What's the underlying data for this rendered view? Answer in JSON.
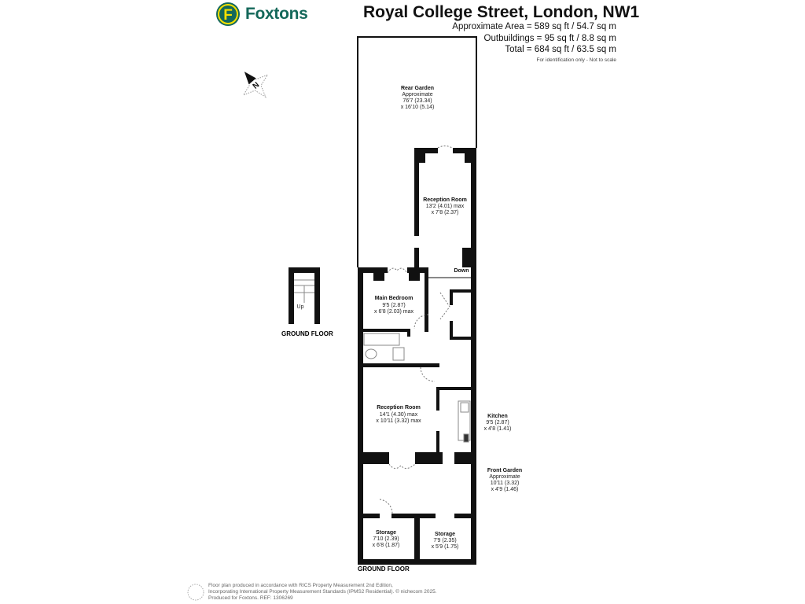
{
  "brand": {
    "name": "Foxtons",
    "logo_letter": "F",
    "color": "#14685a",
    "accent": "#f5e000"
  },
  "header": {
    "title": "Royal College Street, London, NW1",
    "approx_area": "Approximate Area = 589 sq ft / 54.7 sq m",
    "outbuildings": "Outbuildings = 95 sq ft / 8.8 sq m",
    "total": "Total = 684 sq ft / 63.5 sq m",
    "disclaimer": "For identification only - Not to scale"
  },
  "compass": {
    "letter": "N"
  },
  "rooms": {
    "rear_garden": {
      "name": "Rear Garden",
      "l1": "Approximate",
      "l2": "76'7 (23.34)",
      "l3": "x 16'10 (5.14)"
    },
    "reception_upper": {
      "name": "Reception Room",
      "l1": "13'2 (4.01) max",
      "l2": "x 7'8 (2.37)"
    },
    "main_bedroom": {
      "name": "Main Bedroom",
      "l1": "9'5 (2.87)",
      "l2": "x 6'8 (2.03) max"
    },
    "reception_lower": {
      "name": "Reception Room",
      "l1": "14'1 (4.30) max",
      "l2": "x 10'11 (3.32) max"
    },
    "kitchen": {
      "name": "Kitchen",
      "l1": "9'5 (2.87)",
      "l2": "x 4'8 (1.41)"
    },
    "front_garden": {
      "name": "Front Garden",
      "l1": "Approximate",
      "l2": "10'11 (3.32)",
      "l3": "x 4'9 (1.46)"
    },
    "storage_left": {
      "name": "Storage",
      "l1": "7'10 (2.39)",
      "l2": "x 6'8 (1.87)"
    },
    "storage_right": {
      "name": "Storage",
      "l1": "7'9 (2.35)",
      "l2": "x 5'9 (1.75)"
    }
  },
  "labels": {
    "down": "Down",
    "up": "Up",
    "floor_main": "GROUND FLOOR",
    "floor_stair": "GROUND FLOOR"
  },
  "footer": {
    "line1": "Floor plan produced in accordance with RICS Property Measurement 2nd Edition,",
    "line2": "Incorporating International Property Measurement Standards (IPMS2 Residential). © nichecom 2025.",
    "line3": "Produced for Foxtons. REF: 1306269"
  }
}
